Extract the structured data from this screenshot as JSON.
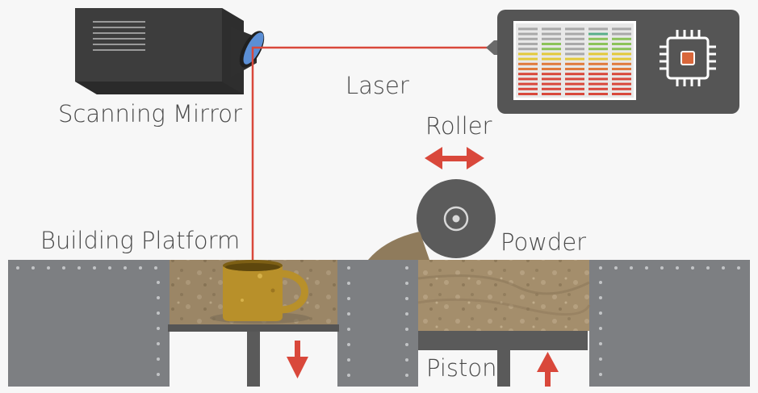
{
  "labels": {
    "scanning_mirror": "Scanning Mirror",
    "laser": "Laser",
    "roller": "Roller",
    "building_platform": "Building Platform",
    "powder": "Powder",
    "piston": "Piston"
  },
  "colors": {
    "background": "#f7f7f7",
    "laser_beam": "#d9483b",
    "arrow": "#d9483b",
    "metal_panel": "#7d7f82",
    "dark_device": "#555555",
    "powder": "#a48e6c",
    "mug": "#b8902a",
    "mirror_lens": "#5b8fd6",
    "chip_core": "#d9673b"
  },
  "icons": [
    "scanning-mirror-box",
    "controller-display",
    "chip-icon",
    "roller-wheel",
    "coffee-mug",
    "down-arrow-icon",
    "up-arrow-icon",
    "double-arrow-icon"
  ]
}
